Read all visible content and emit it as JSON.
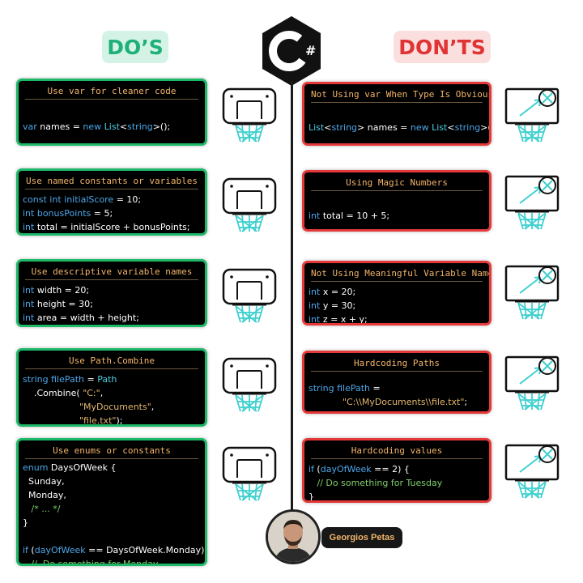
{
  "header": {
    "dos_label": "DO’S",
    "donts_label": "DON’TS",
    "logo_letter": "C",
    "logo_sharp": "#"
  },
  "dos": [
    {
      "title": "Use var for cleaner code",
      "lines": [
        [
          [
            "kw",
            "var"
          ],
          [
            "w",
            " names = "
          ],
          [
            "kw",
            "new"
          ],
          [
            "w",
            " "
          ],
          [
            "ty",
            "List"
          ],
          [
            "w",
            "<"
          ],
          [
            "kw",
            "string"
          ],
          [
            "w",
            ">();"
          ]
        ]
      ]
    },
    {
      "title": "Use named constants or variables",
      "lines": [
        [
          [
            "kw",
            "const"
          ],
          [
            "w",
            " "
          ],
          [
            "kw",
            "int"
          ],
          [
            "w",
            " "
          ],
          [
            "kw",
            "initialScore"
          ],
          [
            "w",
            " = 10;"
          ]
        ],
        [
          [
            "kw",
            "int"
          ],
          [
            "w",
            " "
          ],
          [
            "kw",
            "bonusPoints"
          ],
          [
            "w",
            " = 5;"
          ]
        ],
        [
          [
            "kw",
            "int"
          ],
          [
            "w",
            " total = initialScore + bonusPoints;"
          ]
        ]
      ]
    },
    {
      "title": "Use descriptive variable names",
      "lines": [
        [
          [
            "kw",
            "int"
          ],
          [
            "w",
            " width = 20;"
          ]
        ],
        [
          [
            "kw",
            "int"
          ],
          [
            "w",
            " height = 30;"
          ]
        ],
        [
          [
            "kw",
            "int"
          ],
          [
            "w",
            " area = width + height;"
          ]
        ]
      ]
    },
    {
      "title": "Use Path.Combine",
      "lines": [
        [
          [
            "kw",
            "string"
          ],
          [
            "w",
            " "
          ],
          [
            "kw",
            "filePath"
          ],
          [
            "w",
            " = "
          ],
          [
            "ty",
            "Path"
          ]
        ],
        [
          [
            "w",
            "    .Combine( "
          ],
          [
            "st",
            "\"C:\""
          ],
          [
            "w",
            ","
          ]
        ],
        [
          [
            "w",
            "                    "
          ],
          [
            "st",
            "\"MyDocuments\""
          ],
          [
            "w",
            ","
          ]
        ],
        [
          [
            "w",
            "                    "
          ],
          [
            "st",
            "\"file.txt\""
          ],
          [
            "w",
            ");"
          ]
        ]
      ]
    },
    {
      "title": "Use enums or constants",
      "lines": [
        [
          [
            "kw",
            "enum"
          ],
          [
            "w",
            " DaysOfWeek {"
          ]
        ],
        [
          [
            "w",
            "  Sunday,"
          ]
        ],
        [
          [
            "w",
            "  Monday,"
          ]
        ],
        [
          [
            "w",
            "   "
          ],
          [
            "cm",
            "/* ... */"
          ]
        ],
        [
          [
            "w",
            "}"
          ]
        ],
        [
          [
            "w",
            ""
          ]
        ],
        [
          [
            "kw",
            "if"
          ],
          [
            "w",
            " ("
          ],
          [
            "kw",
            "dayOfWeek"
          ],
          [
            "w",
            " == DaysOfWeek.Monday) {"
          ]
        ],
        [
          [
            "w",
            "   "
          ],
          [
            "cm",
            "//  Do something for Monday"
          ]
        ],
        [
          [
            "w",
            "}"
          ]
        ]
      ]
    }
  ],
  "donts": [
    {
      "title": "Not Using var When Type Is Obvious",
      "lines": [
        [
          [
            "ty",
            "List"
          ],
          [
            "w",
            "<"
          ],
          [
            "kw",
            "string"
          ],
          [
            "w",
            "> names = "
          ],
          [
            "kw",
            "new"
          ],
          [
            "w",
            " "
          ],
          [
            "ty",
            "List"
          ],
          [
            "w",
            "<"
          ],
          [
            "kw",
            "string"
          ],
          [
            "w",
            ">();"
          ]
        ]
      ]
    },
    {
      "title": "Using Magic Numbers",
      "lines": [
        [
          [
            "kw",
            "int"
          ],
          [
            "w",
            " total = 10 + 5;"
          ]
        ]
      ]
    },
    {
      "title": "Not Using Meaningful Variable Names",
      "lines": [
        [
          [
            "kw",
            "int"
          ],
          [
            "w",
            " x = 20;"
          ]
        ],
        [
          [
            "kw",
            "int"
          ],
          [
            "w",
            " y = 30;"
          ]
        ],
        [
          [
            "kw",
            "int"
          ],
          [
            "w",
            " z = x + y;"
          ]
        ]
      ]
    },
    {
      "title": "Hardcoding Paths",
      "lines": [
        [
          [
            "kw",
            "string"
          ],
          [
            "w",
            " "
          ],
          [
            "kw",
            "filePath"
          ],
          [
            "w",
            " ="
          ]
        ],
        [
          [
            "w",
            "            "
          ],
          [
            "st",
            "\"C:\\\\MyDocuments\\\\file.txt\""
          ],
          [
            "w",
            ";"
          ]
        ]
      ]
    },
    {
      "title": "Hardcoding values",
      "lines": [
        [
          [
            "kw",
            "if"
          ],
          [
            "w",
            " ("
          ],
          [
            "kw",
            "dayOfWeek"
          ],
          [
            "w",
            " == 2) {"
          ]
        ],
        [
          [
            "w",
            "   "
          ],
          [
            "cm",
            "// Do something for Tuesday"
          ]
        ],
        [
          [
            "w",
            "}"
          ]
        ]
      ]
    }
  ],
  "author": {
    "name": "Georgios Petas"
  },
  "colors": {
    "good_border": "#1db868",
    "bad_border": "#e53939",
    "title": "#f2b46a",
    "keyword": "#4ca7ea",
    "type": "#4fcbe0",
    "string": "#e3b870",
    "comment": "#7fcf6a",
    "net": "#3fd0cf"
  },
  "icons": {
    "good": "basketball-hoop-icon",
    "bad": "basketball-hoop-miss-icon"
  }
}
